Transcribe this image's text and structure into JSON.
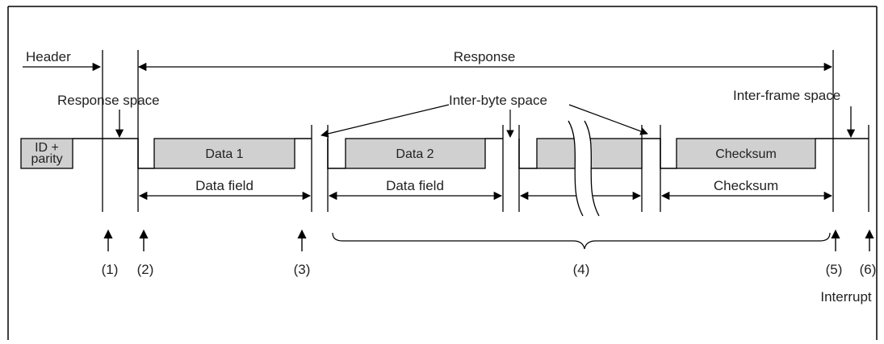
{
  "labels": {
    "header": "Header",
    "response": "Response",
    "response_space": "Response space",
    "inter_byte_space": "Inter-byte space",
    "inter_frame_space": "Inter-frame space",
    "data_field_1": "Data field",
    "data_field_2": "Data field",
    "checksum_field": "Checksum",
    "interrupt": "Interrupt"
  },
  "boxes": {
    "id_parity": "ID +\nparity",
    "data1": "Data 1",
    "data2": "Data 2",
    "blank": "",
    "checksum": "Checksum"
  },
  "markers": [
    "(1)",
    "(2)",
    "(3)",
    "(4)",
    "(5)",
    "(6)"
  ],
  "colors": {
    "box_fill": "#d0d0d0",
    "line": "#000000",
    "text": "#222222"
  }
}
